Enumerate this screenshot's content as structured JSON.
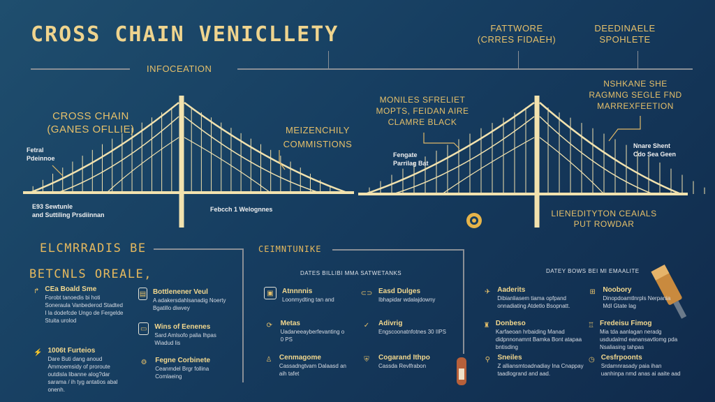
{
  "title": "CROSS CHAIN VENICLLETY",
  "header": {
    "col1": {
      "line1": "FATTWORE",
      "line2": "(CRRES FIDAEH)"
    },
    "col2": {
      "line1": "DEEDINAELE",
      "line2": "SPOHLETE"
    },
    "divider_label": "INFOCEATION"
  },
  "bridge_left": {
    "title1": "CROSS CHAIN",
    "title2": "(GANES OFLLIE)",
    "callout1": "MEIZENCHILY",
    "callout2": "COMMISTIONS",
    "note_a1": "Fetral",
    "note_a2": "Pdeinnoe",
    "note_b1": "E93 Sewtunle",
    "note_b2": "and Suttiling Prsdiinnan",
    "note_c": "Febcch 1 Welognnes"
  },
  "bridge_right": {
    "callout_l1": "MONILES SFRELIET",
    "callout_l2": "MOPTS, FEIDAN AIRE",
    "callout_l3": "CLAMRE BLACK",
    "callout_r1": "NSHKANE SHE",
    "callout_r2": "RAGMNG SEGLE FND",
    "callout_r3": "MARREXFEETION",
    "note_a1": "Fengate",
    "note_a2": "Parrilag Bat",
    "note_b1": "Nnare Shent",
    "note_b2": "Cdo Sea Geen",
    "bottom1": "LIENEDITYTON CEAIALS",
    "bottom2": "PUT ROWDAR"
  },
  "section_left": {
    "heading1": "ELCMRRADIS BE",
    "heading2": "BETCNLS OREALE,",
    "items": [
      {
        "title": "CEa Boald Sme",
        "desc": "Forobt tanoedis bi hoti Soneraula Vanbederod Stadted I la dodefcde Ungo de Fergelde Stuita urolod"
      },
      {
        "title": "1006t Furteios",
        "desc": "Dare Buti dang anoud Ammoemsidy of proroute outdisla libanne alog?dar sarama / ih tyg antatios abal onenh."
      },
      {
        "title": "Bottlenener Veul",
        "desc": "A adakersdahlsanadig Noerty Bgatillo diwvey"
      },
      {
        "title": "Wins of Eenenes",
        "desc": "Sard Amlsofo palia Ihpas Wiadud lis"
      },
      {
        "title": "Fegne Corbinete",
        "desc": "Ceanmdel Brgr follina Comlaeing"
      }
    ]
  },
  "section_mid": {
    "heading": "CEIMNTUNIKE",
    "subheading": "DATES BILLIBI MMA SATWETANKS",
    "items": [
      {
        "title": "Atnnnnis",
        "desc": "Loonmydting tan and"
      },
      {
        "title": "Easd Dulges",
        "desc": "Ibhapidar wdalajdowny"
      },
      {
        "title": "Metas",
        "desc": "Uadaneeayberfevanting o 0 PS"
      },
      {
        "title": "Adivrig",
        "desc": "Engscoonatnfotnes 30 IIPS"
      },
      {
        "title": "Cenmagome",
        "desc": "Cassadngtvam Dalaasd an aih tafet"
      },
      {
        "title": "Cogarand Ithpo",
        "desc": "Cassda Revlfrabon"
      }
    ]
  },
  "section_right": {
    "subheading": "DATEY BOWS BEI MI EMAALITE",
    "items": [
      {
        "title": "Aaderits",
        "desc": "Dibianliasem tiama opfpand onnadiating Atdetlo Bsopnatt."
      },
      {
        "title": "Noobory",
        "desc": "Dinopdoamtlnrpls Nerpania Mdl Gtate lag"
      },
      {
        "title": "Donbeso",
        "desc": "Karfaeoan hrbaiding Manad didpnnonamnt Bamka Bont atapaa bntisding"
      },
      {
        "title": "Fredeisu Fimog",
        "desc": "Mia tda aanlagan neradg usdudalmd eanansavtlomg pda Nsaliasing tahpas"
      },
      {
        "title": "Sneiles",
        "desc": "Z alliansmtoadnadiay Ina Cnappay taadlogrand and aad."
      },
      {
        "title": "Cesfrpoonts",
        "desc": "Srdamnrasady paia ihan uanhinpa nmd anas ai aaite aad"
      }
    ]
  },
  "colors": {
    "gold": "#e6c06a",
    "cable": "#f2e2ae",
    "bg": "#163d60"
  }
}
